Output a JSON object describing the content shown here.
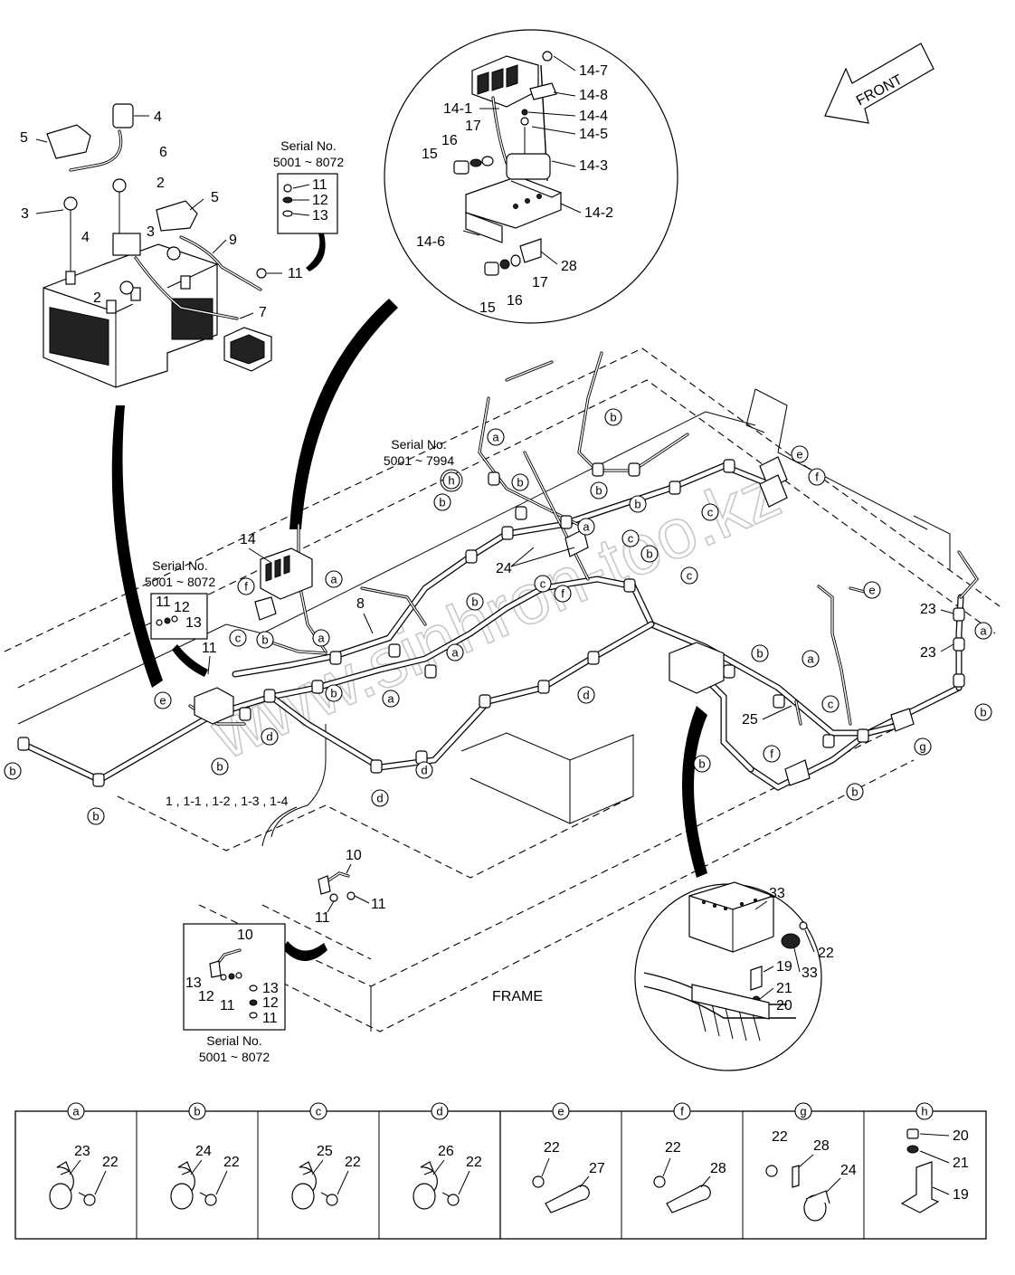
{
  "front_label": "FRONT",
  "frame_label": "FRAME",
  "serial_notes": [
    {
      "title": "Serial No.",
      "range": "5001 ~ 8072"
    },
    {
      "title": "Serial No.",
      "range": "5001 ~ 7994"
    },
    {
      "title": "Serial No.",
      "range": "5001 ~ 8072"
    },
    {
      "title": "Serial No.",
      "range": "5001 ~ 8072"
    }
  ],
  "harness_label": "1 , 1-1 , 1-2 , 1-3 , 1-4",
  "watermark": "www.sinhron-too.kz",
  "callouts": {
    "battery": [
      "4",
      "5",
      "6",
      "2",
      "3",
      "5",
      "4",
      "3",
      "9",
      "11",
      "2",
      "7"
    ],
    "box1": [
      "11",
      "12",
      "13"
    ],
    "inset_top": [
      "14-7",
      "14-8",
      "14-1",
      "14-4",
      "17",
      "14-5",
      "16",
      "15",
      "14-3",
      "14-2",
      "14-6",
      "28",
      "15",
      "16",
      "17"
    ],
    "main": [
      "14",
      "11",
      "12",
      "13",
      "11",
      "8",
      "24",
      "23",
      "23",
      "25"
    ],
    "bottom_parts": [
      "10",
      "11",
      "11"
    ],
    "box4": [
      "10",
      "13",
      "12",
      "11",
      "13",
      "12",
      "11"
    ],
    "inset_bottom": [
      "33",
      "22",
      "33",
      "19",
      "21",
      "20"
    ]
  },
  "letters": [
    "a",
    "b",
    "c",
    "d",
    "e",
    "f",
    "g",
    "h"
  ],
  "legend": [
    {
      "letter": "a",
      "parts": [
        "23",
        "22"
      ]
    },
    {
      "letter": "b",
      "parts": [
        "24",
        "22"
      ]
    },
    {
      "letter": "c",
      "parts": [
        "25",
        "22"
      ]
    },
    {
      "letter": "d",
      "parts": [
        "26",
        "22"
      ]
    },
    {
      "letter": "e",
      "parts": [
        "22",
        "27"
      ]
    },
    {
      "letter": "f",
      "parts": [
        "22",
        "28"
      ]
    },
    {
      "letter": "g",
      "parts": [
        "22",
        "28",
        "24"
      ]
    },
    {
      "letter": "h",
      "parts": [
        "20",
        "21",
        "19"
      ]
    }
  ]
}
